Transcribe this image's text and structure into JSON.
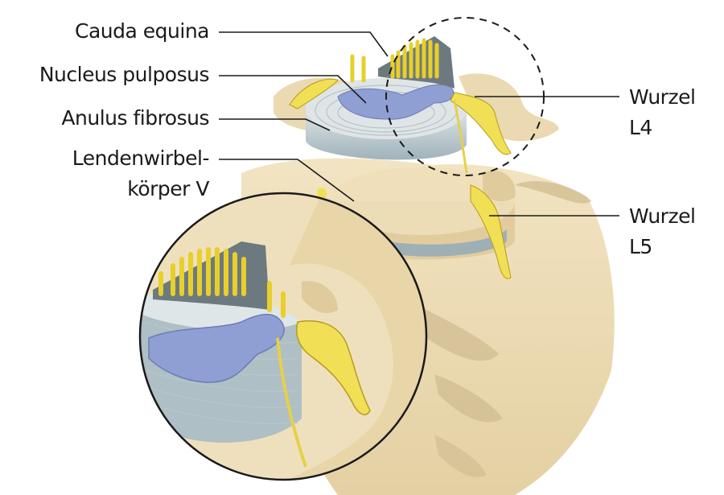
{
  "labels": {
    "cauda_equina": "Cauda equina",
    "nucleus_pulposus": "Nucleus pulposus",
    "anulus_fibrosus": "Anulus fibrosus",
    "lendenwirbel_line1": "Lendenwirbel-",
    "lendenwirbel_line2": "körper V",
    "wurzel_l4_line1": "Wurzel",
    "wurzel_l4_line2": "L4",
    "wurzel_l5_line1": "Wurzel",
    "wurzel_l5_line2": "L5"
  },
  "colors": {
    "bone": "#ecdcb6",
    "bone_shadow": "#cdb98d",
    "disc": "#c9d3d6",
    "disc_edge": "#7f9aa3",
    "nucleus": "#8f9fd3",
    "nerve": "#f1df55",
    "nerve_edge": "#b49d1c",
    "dura": "#6c7a80",
    "leader_line": "#1a1a1a"
  },
  "icons": [
    "dashed-focus-circle",
    "magnifier-inset-circle"
  ]
}
